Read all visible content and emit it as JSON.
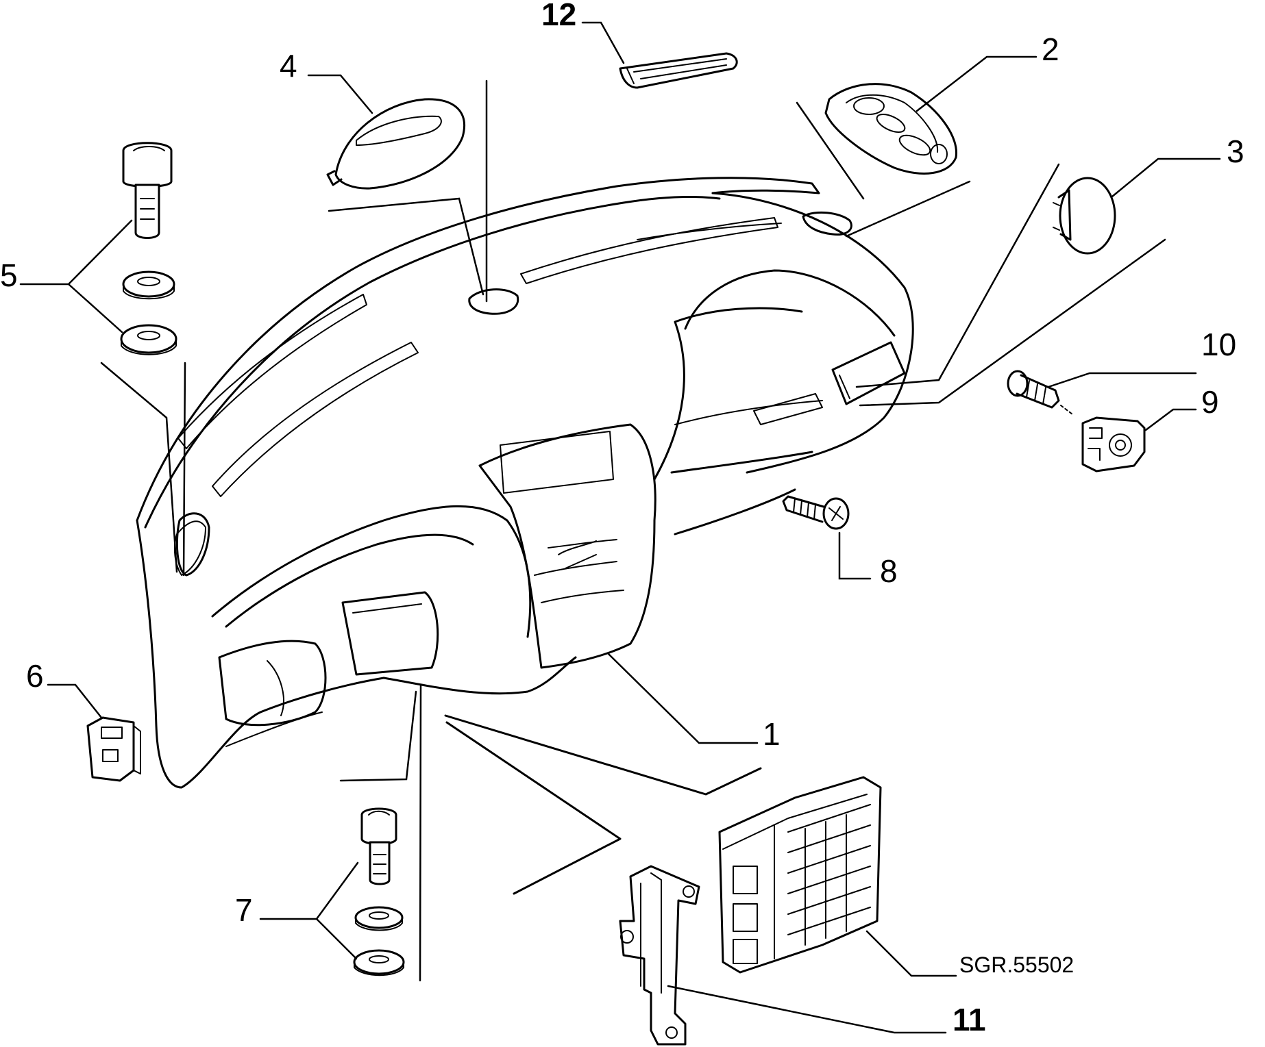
{
  "callouts": {
    "c1": "1",
    "c2": "2",
    "c3": "3",
    "c4": "4",
    "c5": "5",
    "c6": "6",
    "c7": "7",
    "c8": "8",
    "c9": "9",
    "c10": "10",
    "c11": "11",
    "c12": "12"
  },
  "reference_code": "SGR.55502"
}
